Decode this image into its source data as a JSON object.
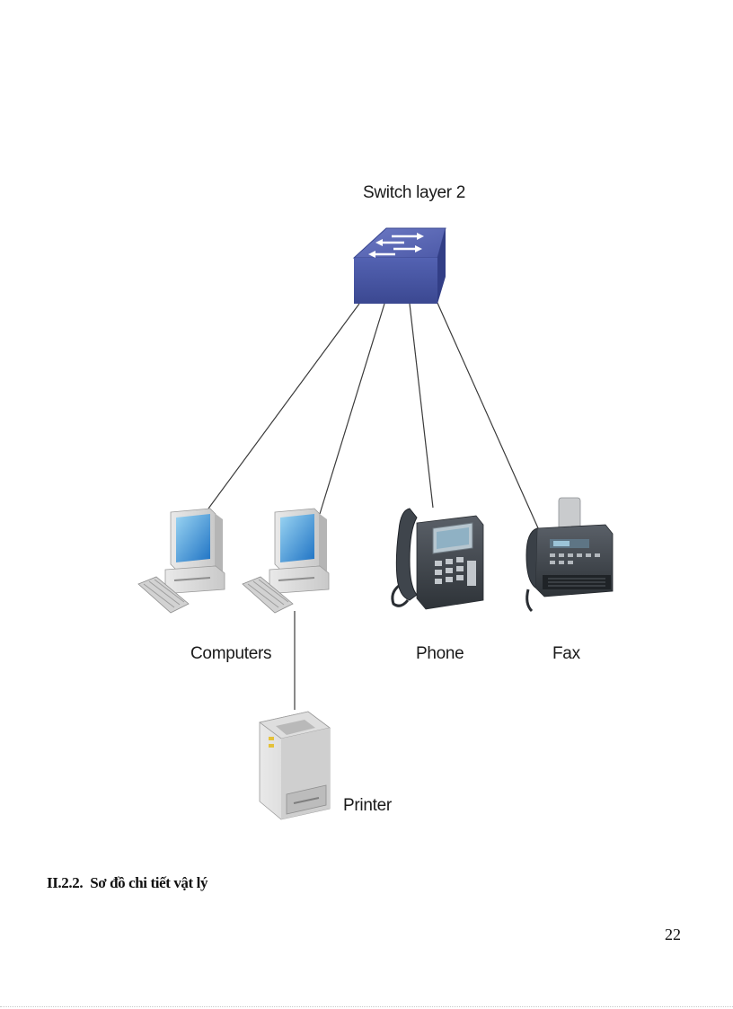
{
  "diagram": {
    "switch_label": "Switch layer 2",
    "computers_label": "Computers",
    "phone_label": "Phone",
    "fax_label": "Fax",
    "printer_label": "Printer",
    "icons": [
      "switch-icon",
      "computer-icon",
      "computer-icon",
      "ip-phone-icon",
      "fax-machine-icon",
      "printer-icon"
    ]
  },
  "section": {
    "number": "II.2.2.",
    "title": "Sơ đồ chi tiết vật lý"
  },
  "page_number": "22"
}
